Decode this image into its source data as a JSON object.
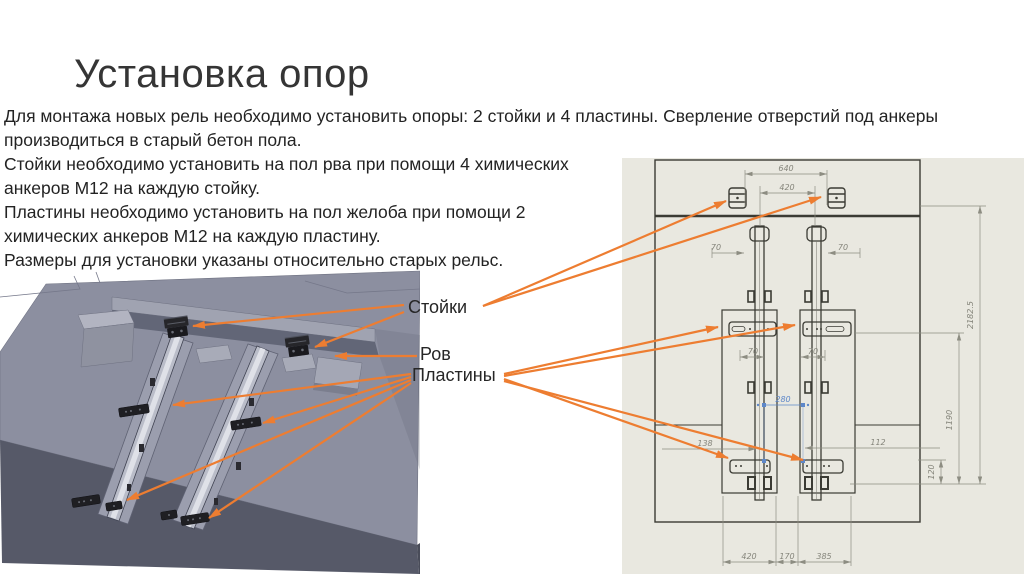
{
  "slide": {
    "title": "Установка опор"
  },
  "body": {
    "lines": [
      "Для монтажа новых рель необходимо установить опоры: 2 стойки и 4 пластины. Сверление отверстий под анкеры",
      "производиться в старый бетон пола.",
      "Стойки необходимо установить на пол рва при помощи 4 химических",
      "анкеров М12 на каждую стойку.",
      "Пластины необходимо установить на пол желоба при помощи 2",
      "химических анкеров М12 на каждую пластину.",
      "Размеры для установки указаны относительно старых рельс."
    ]
  },
  "callouts": {
    "stands_label": "Стойки",
    "trench_label": "Ров",
    "plates_label": "Пластины"
  },
  "drawing": {
    "dims": {
      "top_outer": "640",
      "top_inner": "420",
      "offset_top_left": "70",
      "offset_top_right": "70",
      "offset_mid_left": "70",
      "offset_mid_right": "70",
      "rail_gap": "280",
      "bottom_offset_left": "138",
      "bottom_offset_right": "112",
      "depth_plate": "120",
      "depth_trench": "1190",
      "height_total": "2182.5",
      "base_left": "420",
      "base_mid": "170",
      "base_right": "385"
    }
  },
  "colors": {
    "arrow": "#ED7D31",
    "drawing-bg": "#e9e8e0",
    "dim-line": "#8d8d82",
    "blue-dim": "#5d87c9",
    "slab": "#8c8fa0",
    "slab-front": "#565968",
    "hardware": "#1c1c1e"
  }
}
